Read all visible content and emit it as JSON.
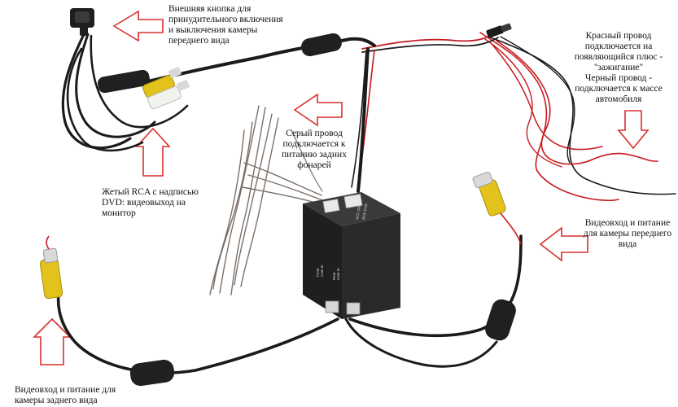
{
  "annotations": {
    "external_button": "Внешняя кнопка для\nпринудительного включения\nи выключения камеры\nпереднего вида",
    "power_wires": "Красный провод\nподключается на\nпоявляющийся плюс -\n\"зажигание\"\nЧерный провод -\nподключается к массе\nавтомобиля",
    "gray_wire": "Серый провод\nподключается к\nпитанию задних\nфонарей",
    "yellow_rca": "Жетый RCA с надписью\nDVD: видеовыход на\nмонитор",
    "front_camera_input": "Видеовход и питание\nдля камеры переднего\nвида",
    "rear_camera_input": "Видеовход и питание для\nкамеры заднего вида"
  },
  "colors": {
    "arrow_outline": "#d9302c",
    "cable_black": "#1b1b1b",
    "wire_red": "#c8191e",
    "wire_gray": "#7a6f68",
    "rca_yellow": "#e2c21b",
    "rca_white": "#f2f2ee",
    "box_body": "#262626"
  },
  "module": {
    "port_label_a": "Front\nCam In",
    "port_label_b": "Rear\nCam In",
    "pin_label_a": "ACC GND",
    "pin_label_b": "BCK DVD"
  }
}
